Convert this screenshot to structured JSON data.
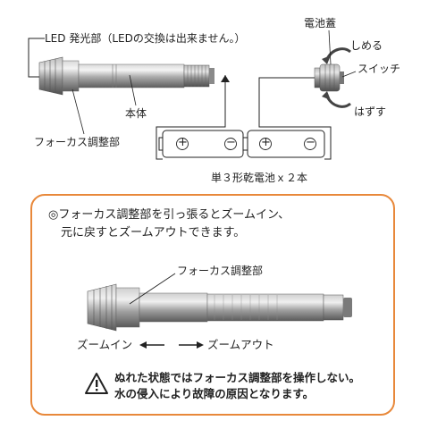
{
  "labels": {
    "led": "LED 発光部（LEDの交換は出来ません。）",
    "body": "本体",
    "focus_top": "フォーカス調整部",
    "battery_cover": "電池蓋",
    "shimeru": "しめる",
    "switch": "スイッチ",
    "hazusu": "はずす",
    "batteries": "単３形乾電池ｘ２本"
  },
  "battery_symbols": {
    "plus": "+",
    "minus": "−"
  },
  "info": {
    "note_line1": "◎フォーカス調整部を引っ張るとズームイン、",
    "note_line2": "元に戻すとズームアウトできます。",
    "focus_label": "フォーカス調整部",
    "zoom_in": "ズームイン",
    "zoom_out": "ズームアウト",
    "warning_line1": "ぬれた状態ではフォーカス調整部を操作しない。",
    "warning_line2": "水の侵入により故障の原因となります。"
  },
  "colors": {
    "accent_border": "#e8883a",
    "metal_light": "#c8c8c8",
    "metal_dark": "#6f6f6f"
  }
}
